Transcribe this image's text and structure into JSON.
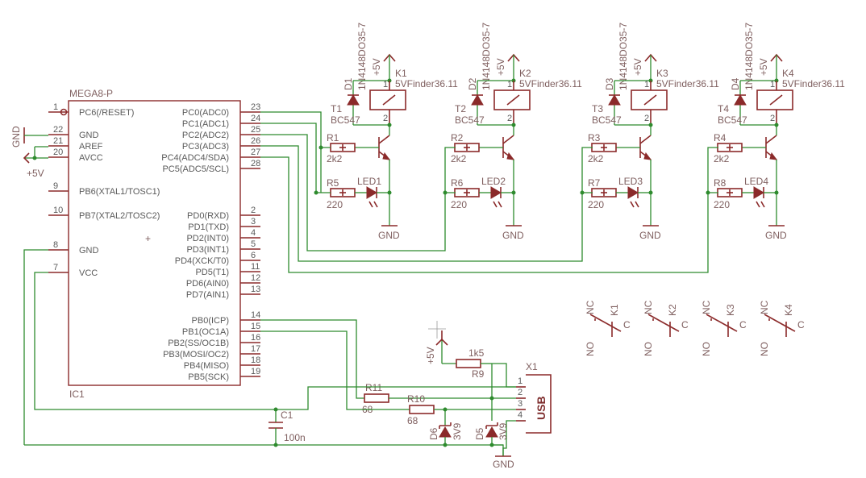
{
  "ic1": {
    "name": "IC1",
    "value": "MEGA8-P",
    "left_pins": [
      {
        "num": "1",
        "label": "PC6(/RESET)"
      },
      {
        "num": "22",
        "label": "GND"
      },
      {
        "num": "21",
        "label": "AREF"
      },
      {
        "num": "20",
        "label": "AVCC"
      },
      {
        "num": "9",
        "label": "PB6(XTAL1/TOSC1)"
      },
      {
        "num": "10",
        "label": "PB7(XTAL2/TOSC2)"
      },
      {
        "num": "8",
        "label": "GND"
      },
      {
        "num": "7",
        "label": "VCC"
      }
    ],
    "right_pins": [
      {
        "num": "23",
        "label": "PC0(ADC0)"
      },
      {
        "num": "24",
        "label": "PC1(ADC1)"
      },
      {
        "num": "25",
        "label": "PC2(ADC2)"
      },
      {
        "num": "26",
        "label": "PC3(ADC3)"
      },
      {
        "num": "27",
        "label": "PC4(ADC4/SDA)"
      },
      {
        "num": "28",
        "label": "PC5(ADC5/SCL)"
      },
      {
        "num": "2",
        "label": "PD0(RXD)"
      },
      {
        "num": "3",
        "label": "PD1(TXD)"
      },
      {
        "num": "4",
        "label": "PD2(INT0)"
      },
      {
        "num": "5",
        "label": "PD3(INT1)"
      },
      {
        "num": "6",
        "label": "PD4(XCK/T0)"
      },
      {
        "num": "11",
        "label": "PD5(T1)"
      },
      {
        "num": "12",
        "label": "PD6(AIN0)"
      },
      {
        "num": "13",
        "label": "PD7(AIN1)"
      },
      {
        "num": "14",
        "label": "PB0(ICP)"
      },
      {
        "num": "15",
        "label": "PB1(OC1A)"
      },
      {
        "num": "16",
        "label": "PB2(SS/OC1B)"
      },
      {
        "num": "17",
        "label": "PB3(MOSI/OC2)"
      },
      {
        "num": "18",
        "label": "PB4(MISO)"
      },
      {
        "num": "19",
        "label": "PB5(SCK)"
      }
    ]
  },
  "supply": {
    "gnd": "GND",
    "vcc": "+5V"
  },
  "channels": [
    {
      "diode": "D1",
      "diode_value": "1N4148DO35-7",
      "relay": "K1",
      "relay_value": "5VFinder36.11",
      "transistor": "T1",
      "transistor_value": "BC547",
      "base_res": "R1",
      "base_res_value": "2k2",
      "led_res": "R5",
      "led_res_value": "220",
      "led": "LED1"
    },
    {
      "diode": "D2",
      "diode_value": "1N4148DO35-7",
      "relay": "K2",
      "relay_value": "5VFinder36.11",
      "transistor": "T2",
      "transistor_value": "BC547",
      "base_res": "R2",
      "base_res_value": "2k2",
      "led_res": "R6",
      "led_res_value": "220",
      "led": "LED2"
    },
    {
      "diode": "D3",
      "diode_value": "1N4148DO35-7",
      "relay": "K3",
      "relay_value": "5VFinder36.11",
      "transistor": "T3",
      "transistor_value": "BC547",
      "base_res": "R3",
      "base_res_value": "2k2",
      "led_res": "R7",
      "led_res_value": "220",
      "led": "LED3"
    },
    {
      "diode": "D4",
      "diode_value": "1N4148DO35-7",
      "relay": "K4",
      "relay_value": "5VFinder36.11",
      "transistor": "T4",
      "transistor_value": "BC547",
      "base_res": "R4",
      "base_res_value": "2k2",
      "led_res": "R8",
      "led_res_value": "220",
      "led": "LED4"
    }
  ],
  "relay_pins": {
    "one": "1",
    "two": "2"
  },
  "contacts": [
    {
      "name": "K1",
      "nc": "NC",
      "no": "NO",
      "c": "C"
    },
    {
      "name": "K2",
      "nc": "NC",
      "no": "NO",
      "c": "C"
    },
    {
      "name": "K3",
      "nc": "NC",
      "no": "NO",
      "c": "C"
    },
    {
      "name": "K4",
      "nc": "NC",
      "no": "NO",
      "c": "C"
    }
  ],
  "usb": {
    "connector": "X1",
    "label": "USB",
    "pins": [
      "1",
      "2",
      "3",
      "4"
    ],
    "pullup": {
      "name": "R9",
      "value": "1k5"
    },
    "r11": {
      "name": "R11",
      "value": "68"
    },
    "r10": {
      "name": "R10",
      "value": "68"
    },
    "d6": {
      "name": "D6",
      "value": "3V9"
    },
    "d5": {
      "name": "D5",
      "value": "3V9"
    }
  },
  "c1": {
    "name": "C1",
    "value": "100n"
  }
}
